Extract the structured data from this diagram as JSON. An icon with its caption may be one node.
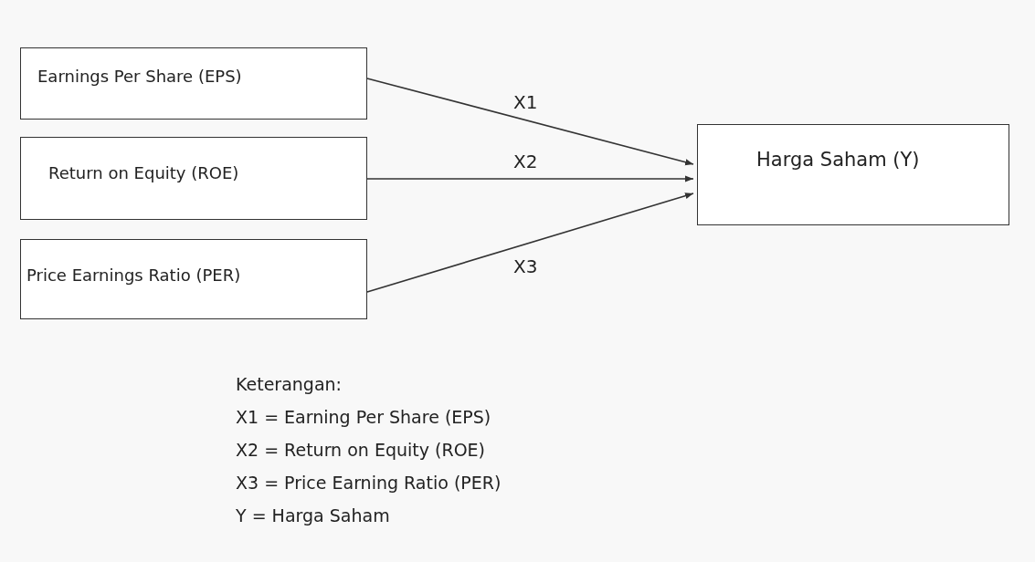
{
  "diagram": {
    "nodes": [
      {
        "text": [
          "Earnings Per Share (EPS)"
        ]
      },
      {
        "text": [
          "Return on Equity (ROE)"
        ]
      },
      {
        "text": [
          "Price Earnings Ratio (PER)"
        ]
      },
      {
        "text": [
          "Harga Saham (Y)"
        ]
      }
    ],
    "edges": [
      {
        "from": 0,
        "to": 3,
        "arrow": "to",
        "label": "X1"
      },
      {
        "from": 1,
        "to": 3,
        "arrow": "to",
        "label": "X2"
      },
      {
        "from": 2,
        "to": 3,
        "arrow": "to",
        "label": "X3"
      }
    ],
    "labels": [
      "Keterangan:",
      "X1 = Earning Per Share (EPS)",
      "X2 = Return on Equity (ROE)",
      "X3 = Price Earning Ratio (PER)",
      "Y = Harga Saham"
    ]
  }
}
